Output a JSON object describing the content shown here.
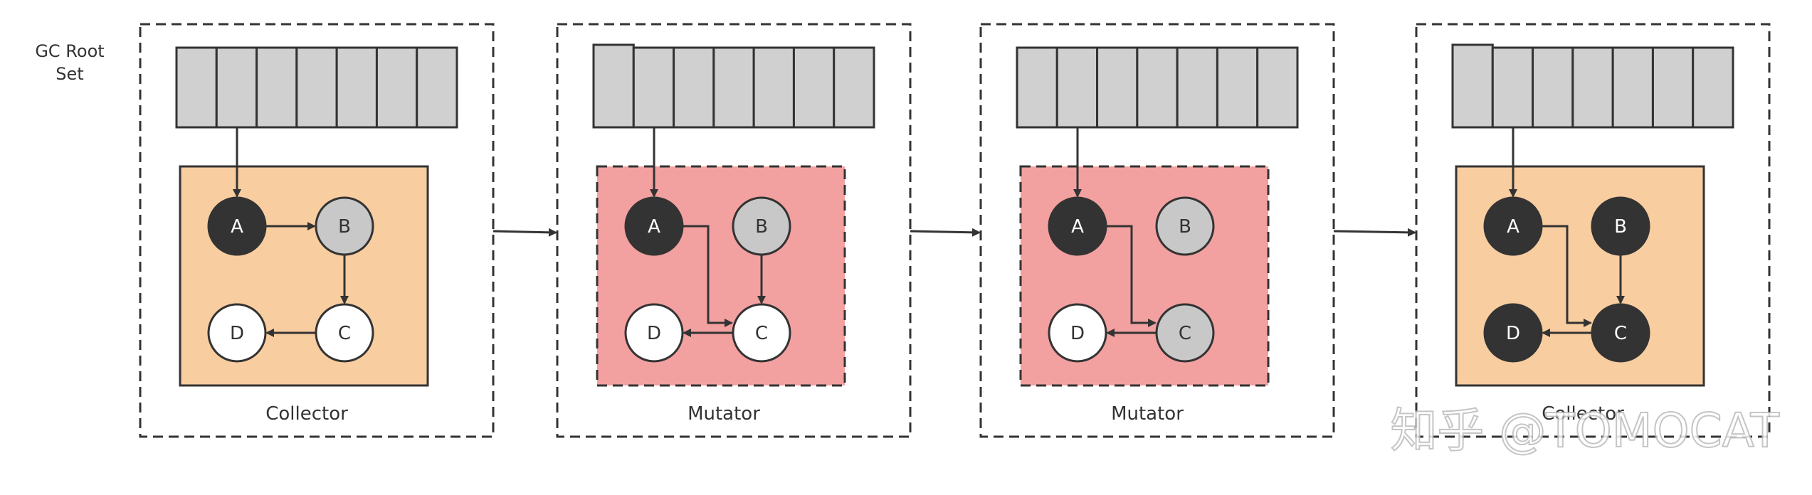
{
  "root_label_line1": "GC Root",
  "root_label_line2": "Set",
  "colors": {
    "dark": "#333333",
    "gray": "#c8c8c8",
    "white": "#ffffff",
    "orange": "#f8cda0",
    "red": "#f3a0a0"
  },
  "watermark": "知乎 @TOMOCAT",
  "panels": [
    {
      "title": "Collector",
      "region": "orange",
      "region_dashed": false,
      "first_slot_raised": false,
      "nodes": [
        {
          "id": "A",
          "color": "dark"
        },
        {
          "id": "B",
          "color": "gray"
        },
        {
          "id": "D",
          "color": "white"
        },
        {
          "id": "C",
          "color": "white"
        }
      ],
      "edges": [
        {
          "from": "A",
          "to": "B"
        },
        {
          "from": "B",
          "to": "C"
        },
        {
          "from": "C",
          "to": "D"
        }
      ]
    },
    {
      "title": "Mutator",
      "region": "red",
      "region_dashed": true,
      "first_slot_raised": true,
      "nodes": [
        {
          "id": "A",
          "color": "dark"
        },
        {
          "id": "B",
          "color": "gray"
        },
        {
          "id": "D",
          "color": "white"
        },
        {
          "id": "C",
          "color": "white"
        }
      ],
      "edges": [
        {
          "from": "A",
          "to": "C"
        },
        {
          "from": "B",
          "to": "C"
        },
        {
          "from": "C",
          "to": "D"
        }
      ]
    },
    {
      "title": "Mutator",
      "region": "red",
      "region_dashed": true,
      "first_slot_raised": false,
      "nodes": [
        {
          "id": "A",
          "color": "dark"
        },
        {
          "id": "B",
          "color": "gray"
        },
        {
          "id": "D",
          "color": "white"
        },
        {
          "id": "C",
          "color": "gray"
        }
      ],
      "edges": [
        {
          "from": "A",
          "to": "C"
        },
        {
          "from": "C",
          "to": "D"
        }
      ]
    },
    {
      "title": "Collector",
      "region": "orange",
      "region_dashed": false,
      "first_slot_raised": true,
      "nodes": [
        {
          "id": "A",
          "color": "dark"
        },
        {
          "id": "B",
          "color": "dark"
        },
        {
          "id": "D",
          "color": "dark"
        },
        {
          "id": "C",
          "color": "dark"
        }
      ],
      "edges": [
        {
          "from": "A",
          "to": "C"
        },
        {
          "from": "B",
          "to": "C"
        },
        {
          "from": "C",
          "to": "D"
        }
      ]
    }
  ]
}
